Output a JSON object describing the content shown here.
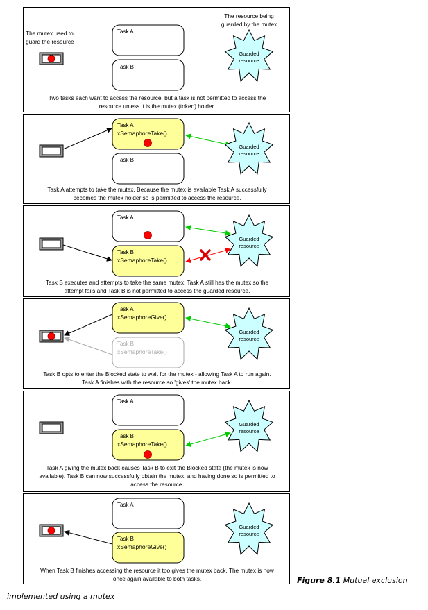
{
  "colors": {
    "task_active_fill": "#ffff99",
    "task_idle_fill": "#ffffff",
    "token_red": "#ff0000",
    "resource_fill": "#ccffff",
    "green_arrow": "#00cc00",
    "red_arrow": "#ff0000",
    "grey": "#aaaaaa",
    "token_box_grey": "#999999"
  },
  "labels": {
    "task_a": "Task A",
    "task_b": "Task B",
    "resource_line1": "Guarded",
    "resource_line2": "resource",
    "take_call": "xSemaphoreTake()",
    "give_call": "xSemaphoreGive()",
    "mutex_annotation": [
      "The mutex used to",
      "guard the resource"
    ],
    "resource_annotation": [
      "The resource being",
      "guarded by the mutex"
    ]
  },
  "panels": [
    {
      "id": "p1",
      "caption": [
        "Two tasks each want to access the resource, but a task is not permitted to access the",
        "resource unless it is the mutex (token) holder."
      ]
    },
    {
      "id": "p2",
      "caption": [
        "Task A attempts to take the mutex.  Because the mutex is available Task A successfully",
        "becomes the mutex holder so is permitted to access the resource."
      ]
    },
    {
      "id": "p3",
      "caption": [
        "Task B executes and attempts to take the same mutex.  Task A still has the mutex so the",
        "attempt fails and Task B is not permitted to access the guarded resource."
      ]
    },
    {
      "id": "p4",
      "caption": [
        "Task B opts to enter the Blocked state to wait for the mutex - allowing Task A to run again.",
        "Task A finishes with the resource so 'gives' the mutex back."
      ]
    },
    {
      "id": "p5",
      "caption": [
        "Task A giving the mutex back causes Task B to exit the Blocked state (the mutex is now",
        "available).  Task B can now successfully obtain the mutex, and having done so is permitted to",
        "access the resource."
      ]
    },
    {
      "id": "p6",
      "caption": [
        "When Task B finishes accessing the resource it too gives the mutex back.  The mutex is now",
        "once again available to both tasks."
      ]
    }
  ],
  "figure_caption": {
    "number": "Figure 8.1",
    "text_part1": "Mutual exclusion",
    "text_part2": "implemented using a mutex"
  }
}
